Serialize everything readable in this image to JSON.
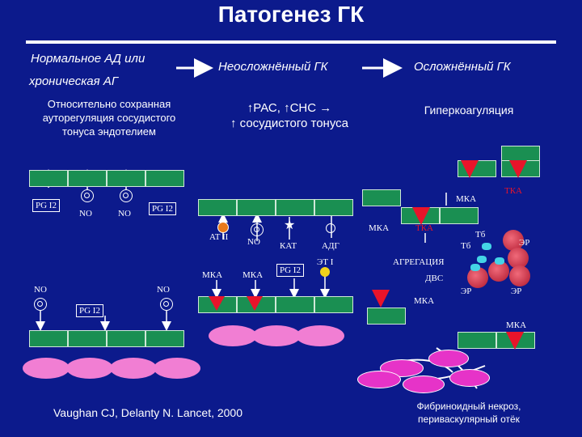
{
  "title": "Патогенез ГК",
  "stages": {
    "normal_line1": "Нормальное АД или",
    "normal_line2": "хроническая АГ",
    "uncomplicated": "Неосложнённый ГК",
    "complicated": "Осложнённый ГК"
  },
  "descriptions": {
    "autoregulation_line1": "Относительно сохранная",
    "autoregulation_line2": "ауторегуляция сосудистого",
    "autoregulation_line3": "тонуса эндотелием",
    "ras_line1": "↑РАС, ↑СНС  →",
    "ras_line2": "↑ сосудистого тонуса",
    "hypercoag": "Гиперкоагуляция"
  },
  "labels": {
    "pgi2": "PG I2",
    "no": "NO",
    "at2": "AT II",
    "kat": "КАТ",
    "adg": "АДГ",
    "et1": "ЭТ I",
    "mka": "МКА",
    "tka": "ТКА",
    "tb": "Тб",
    "er": "ЭР",
    "aggregation": "АГРЕГАЦИЯ",
    "dvs": "ДВС"
  },
  "footer": {
    "citation": "Vaughan CJ, Delanty N. Lancet, 2000",
    "necrosis_line1": "Фибриноидный некроз,",
    "necrosis_line2": "периваскулярный отёк"
  },
  "colors": {
    "background": "#0c1a8c",
    "cell": "#1a8f52",
    "erythrocyte": "#f17ed3",
    "thrombus": "#b0182e",
    "platelet": "#44d4e6",
    "arrow": "#e8142a",
    "at2_marker": "#e87a1a",
    "et1_marker": "#f2d21a"
  }
}
